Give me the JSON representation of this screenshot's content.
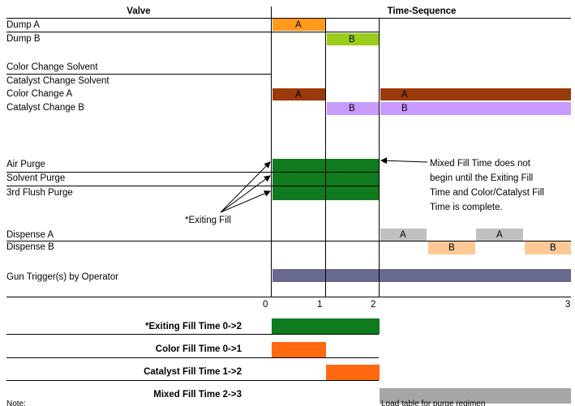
{
  "headers": {
    "valve": "Valve",
    "time": "Time-Sequence"
  },
  "rows": [
    "Dump A",
    "Dump B",
    "Color Change Solvent",
    "Catalyst Change Solvent",
    "Color Change A",
    "Catalyst Change B",
    "Air Purge",
    "Solvent Purge",
    "3rd Flush Purge",
    "Dispense A",
    "Dispense B",
    "Gun Trigger(s) by Operator"
  ],
  "bar_labels": {
    "dump_a": "A",
    "dump_b": "B",
    "color_change_a_1": "A",
    "color_change_a_2": "A",
    "catalyst_change_b_1": "B",
    "catalyst_change_b_2": "B",
    "dispense_a_1": "A",
    "dispense_a_2": "A",
    "dispense_b_1": "B",
    "dispense_b_2": "B"
  },
  "annotations": {
    "exiting_fill": "*Exiting Fill",
    "mixed_fill_note": [
      "Mixed Fill Time does not",
      "begin until the Exiting Fill",
      "Time and Color/Catalyst Fill",
      "Time is complete."
    ]
  },
  "axis_ticks": [
    "0",
    "1",
    "2",
    "3"
  ],
  "summary": [
    {
      "label": "*Exiting Fill Time 0->2",
      "start": 0,
      "end": 2,
      "color": "#0f7a1e"
    },
    {
      "label": "Color Fill Time 0->1",
      "start": 0,
      "end": 1,
      "color": "#ff6a10"
    },
    {
      "label": "Catalyst Fill Time 1->2",
      "start": 1,
      "end": 2,
      "color": "#ff6a10"
    },
    {
      "label": "Mixed Fill Time 2->3",
      "start": 2,
      "end": 3,
      "color": "#a6a6a6"
    }
  ],
  "footer": {
    "note_left": "Note:",
    "note_right": "Load table for purge regimen"
  },
  "colors": {
    "dump_a": "#ff9a1a",
    "dump_b": "#9acd1a",
    "color_change": "#9a3a0a",
    "catalyst_change": "#c79aff",
    "purge": "#0f7a1e",
    "dispense_a": "#c0c0c0",
    "dispense_b": "#ffc896",
    "gun_trigger": "#686890"
  }
}
